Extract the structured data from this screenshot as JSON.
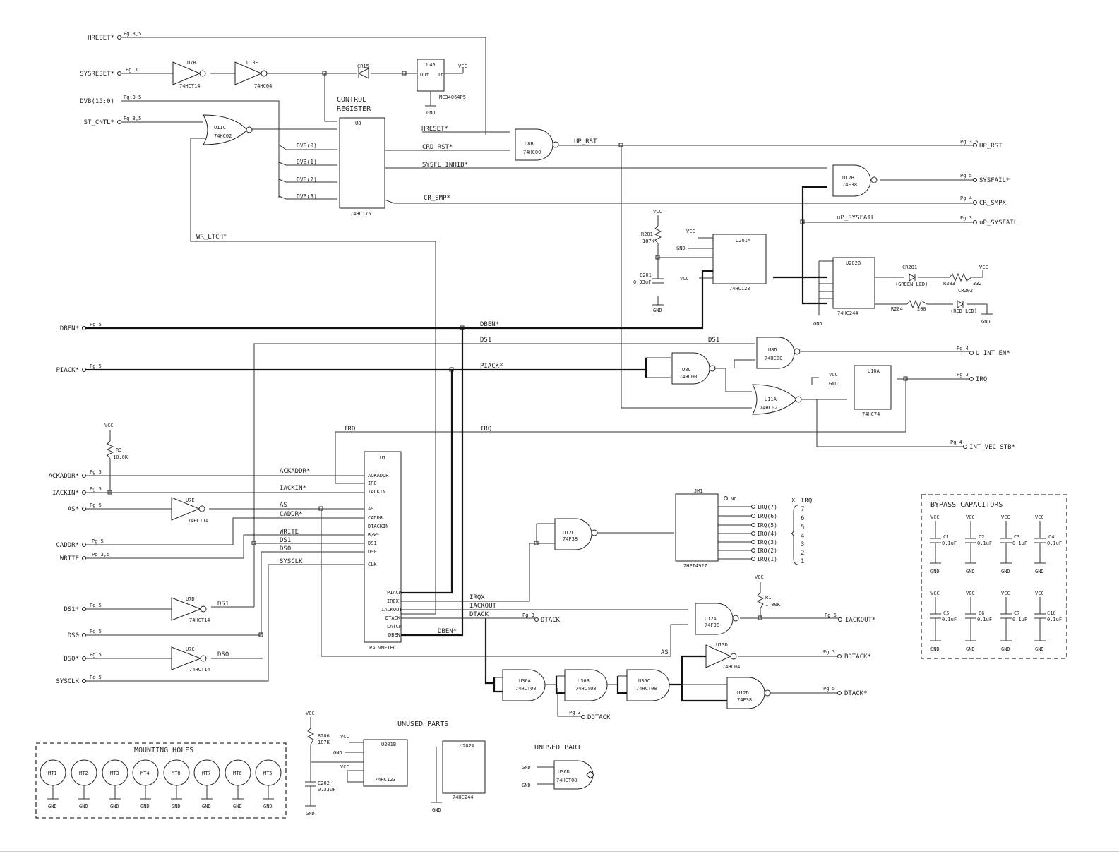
{
  "title_control_register": [
    "CONTROL",
    "REGISTER"
  ],
  "left_ports": [
    {
      "label": "HRESET*",
      "ref": "Pg 3,5"
    },
    {
      "label": "SYSRESET*",
      "ref": "Pg 3"
    },
    {
      "label": "DVB(15:0)",
      "ref": "Pg 3-5"
    },
    {
      "label": "ST_CNTL*",
      "ref": "Pg 3,5"
    },
    {
      "label": "DBEN*",
      "ref": "Pg 5"
    },
    {
      "label": "PIACK*",
      "ref": "Pg 5"
    },
    {
      "label": "ACKADDR*",
      "ref": "Pg 5"
    },
    {
      "label": "IACKIN*",
      "ref": "Pg 5"
    },
    {
      "label": "AS*",
      "ref": "Pg 5"
    },
    {
      "label": "CADDR*",
      "ref": "Pg 5"
    },
    {
      "label": "WRITE",
      "ref": "Pg 3,5"
    },
    {
      "label": "DS1*",
      "ref": "Pg 5"
    },
    {
      "label": "DS0",
      "ref": "Pg 5"
    },
    {
      "label": "DS0*",
      "ref": "Pg 5"
    },
    {
      "label": "SYSCLK",
      "ref": "Pg 5"
    }
  ],
  "right_ports": [
    {
      "label": "UP_RST",
      "ref": "Pg 3,5"
    },
    {
      "label": "SYSFAIL*",
      "ref": "Pg 5"
    },
    {
      "label": "CR_SMPX",
      "ref": "Pg 4"
    },
    {
      "label": "uP_SYSFAIL",
      "ref": "Pg 3"
    },
    {
      "label": "U_INT_EN*",
      "ref": "Pg 4"
    },
    {
      "label": "IRQ",
      "ref": "Pg 3"
    },
    {
      "label": "INT_VEC_STB*",
      "ref": "Pg 4"
    },
    {
      "label": "IACKOUT*",
      "ref": "Pg 5"
    },
    {
      "label": "BDTACK*",
      "ref": "Pg 3"
    },
    {
      "label": "DTACK*",
      "ref": "Pg 5"
    },
    {
      "label": "DTACK",
      "ref": "Pg 3"
    },
    {
      "label": "DDTACK",
      "ref": "Pg 3"
    }
  ],
  "net_labels": {
    "hreset": "HRESET*",
    "crd_rst": "CRD_RST*",
    "sysfl_inhib": "SYSFL_INHIB*",
    "cr_smp": "CR_SMP*",
    "up_rst": "UP_RST",
    "up_sysfail": "uP_SYSFAIL",
    "wr_ltch": "WR_LTCH*",
    "dben": "DBEN*",
    "ds1": "DS1",
    "piack": "PIACK*",
    "irq": "IRQ",
    "ackaddr": "ACKADDR*",
    "iackin": "IACKIN*",
    "as": "AS",
    "caddr": "CADDR*",
    "write": "WRITE",
    "ds0": "DS0",
    "sysclk": "SYSCLK",
    "irqx": "IRQX",
    "iackout": "IACKOUT",
    "dtack": "DTACK",
    "dben2": "DBEN*",
    "dvb0": "DVB(0)",
    "dvb1": "DVB(1)",
    "dvb2": "DVB(2)",
    "dvb3": "DVB(3)"
  },
  "parts": {
    "u7b": {
      "ref": "U7B",
      "type": "74HCT14"
    },
    "u13e": {
      "ref": "U13E",
      "type": "74HC04"
    },
    "cr15": {
      "ref": "CR15"
    },
    "u46": {
      "ref": "U46",
      "type": "MC34064P5",
      "pins": [
        "Out",
        "In"
      ]
    },
    "u8": {
      "ref": "U8",
      "type": "74HC175"
    },
    "u11c": {
      "ref": "U11C",
      "type": "74HC02"
    },
    "u8b": {
      "ref": "U8B",
      "type": "74HC00"
    },
    "u12b": {
      "ref": "U12B",
      "type": "74F38"
    },
    "u201a": {
      "ref": "U201A",
      "type": "74HC123"
    },
    "u202b": {
      "ref": "U202B",
      "type": "74HC244"
    },
    "r201": {
      "ref": "R201",
      "value": "187K"
    },
    "c201": {
      "ref": "C201",
      "value": "0.33uF"
    },
    "cr201": {
      "ref": "CR201",
      "value": "(GREEN LED)"
    },
    "cr202": {
      "ref": "CR202",
      "value": "(RED LED)"
    },
    "r203": {
      "ref": "R203",
      "value": "332"
    },
    "r204": {
      "ref": "R204",
      "value": "200"
    },
    "u8d": {
      "ref": "U8D",
      "type": "74HC00"
    },
    "u8c": {
      "ref": "U8C",
      "type": "74HC00"
    },
    "u11a": {
      "ref": "U11A",
      "type": "74HC02"
    },
    "u10a": {
      "ref": "U10A",
      "type": "74HC74"
    },
    "r3": {
      "ref": "R3",
      "value": "10.0K"
    },
    "u7e": {
      "ref": "U7E",
      "type": "74HCT14"
    },
    "u1": {
      "ref": "U1",
      "type": "PALVMEIFC"
    },
    "u12c": {
      "ref": "U12C",
      "type": "74F38"
    },
    "jm1": {
      "ref": "JM1",
      "type": "2HPT4927"
    },
    "u7d": {
      "ref": "U7D",
      "type": "74HCT14"
    },
    "u7c": {
      "ref": "U7C",
      "type": "74HCT14"
    },
    "u12a": {
      "ref": "U12A",
      "type": "74F38"
    },
    "r1": {
      "ref": "R1",
      "value": "1.00K"
    },
    "u13d": {
      "ref": "U13D",
      "type": "74HC04"
    },
    "u12d": {
      "ref": "U12D",
      "type": "74F38"
    },
    "u36a": {
      "ref": "U36A",
      "type": "74HCT08"
    },
    "u36b": {
      "ref": "U36B",
      "type": "74HCT08"
    },
    "u36c": {
      "ref": "U36C",
      "type": "74HCT08"
    },
    "u36d": {
      "ref": "U36D",
      "type": "74HCT08"
    },
    "u201b": {
      "ref": "U201B",
      "type": "74HC123"
    },
    "u202a": {
      "ref": "U202A",
      "type": "74HC244"
    },
    "r206": {
      "ref": "R206",
      "value": "187K"
    },
    "c202": {
      "ref": "C202",
      "value": "0.33uF"
    }
  },
  "u1_pins_left": [
    "ACKADDR",
    "IRQ",
    "IACKIN",
    "AS",
    "CADDR",
    "DTACKIN",
    "R/W*",
    "DS1",
    "DS0",
    "CLK"
  ],
  "u1_pins_right": [
    "PIACK",
    "IRQX",
    "IACKOUT",
    "DTACK",
    "LATCH",
    "DBEN"
  ],
  "jm1_nc": "NC",
  "irq_outputs": [
    "IRQ(7)",
    "IRQ(6)",
    "IRQ(5)",
    "IRQ(4)",
    "IRQ(3)",
    "IRQ(2)",
    "IRQ(1)"
  ],
  "irq_legend": {
    "header": [
      "X",
      "IRQ"
    ],
    "levels": [
      "7",
      "6",
      "5",
      "4",
      "3",
      "2",
      "1"
    ]
  },
  "power": {
    "vcc": "VCC",
    "gnd": "GND"
  },
  "mounting_holes": {
    "title": "MOUNTING HOLES",
    "holes": [
      "MT1",
      "MT2",
      "MT3",
      "MT4",
      "MT8",
      "MT7",
      "MT6",
      "MT5"
    ]
  },
  "bypass": {
    "title": "BYPASS CAPACITORS",
    "caps": [
      {
        "ref": "C1",
        "value": "0.1uF"
      },
      {
        "ref": "C2",
        "value": "0.1uF"
      },
      {
        "ref": "C3",
        "value": "0.1uF"
      },
      {
        "ref": "C4",
        "value": "0.1uF"
      },
      {
        "ref": "C5",
        "value": "0.1uF"
      },
      {
        "ref": "C6",
        "value": "0.1uF"
      },
      {
        "ref": "C7",
        "value": "0.1uF"
      },
      {
        "ref": "C10",
        "value": "0.1uF"
      }
    ]
  },
  "unused_parts_title": "UNUSED PARTS",
  "unused_part_title": "UNUSED PART"
}
